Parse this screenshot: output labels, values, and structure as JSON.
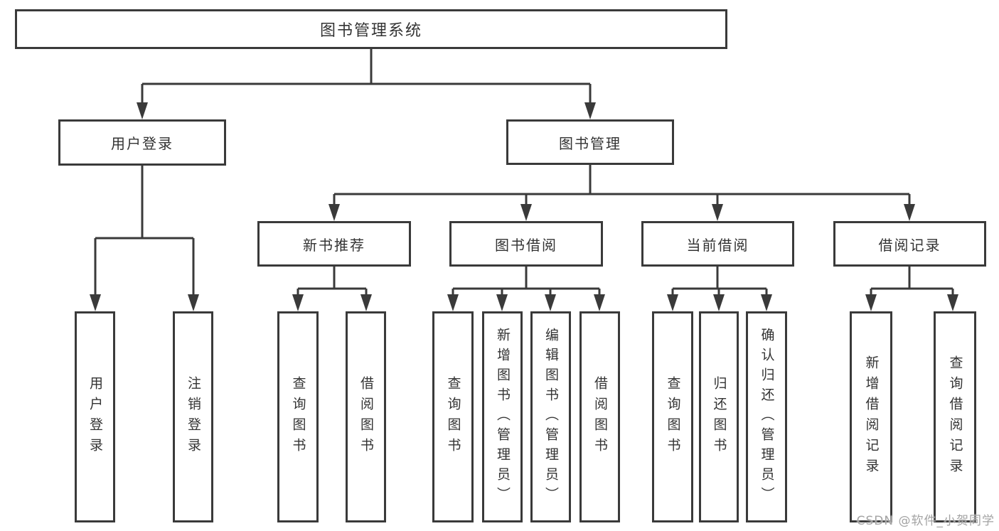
{
  "tree": {
    "root": {
      "label": "图书管理系统"
    },
    "branches": [
      {
        "label": "用户登录",
        "children": [
          {
            "label": "用户登录"
          },
          {
            "label": "注销登录"
          }
        ]
      },
      {
        "label": "图书管理",
        "children": [
          {
            "label": "新书推荐",
            "children": [
              {
                "label": "查询图书"
              },
              {
                "label": "借阅图书"
              }
            ]
          },
          {
            "label": "图书借阅",
            "children": [
              {
                "label": "查询图书"
              },
              {
                "label": "新增图书（管理员）"
              },
              {
                "label": "编辑图书（管理员）"
              },
              {
                "label": "借阅图书"
              }
            ]
          },
          {
            "label": "当前借阅",
            "children": [
              {
                "label": "查询图书"
              },
              {
                "label": "归还图书"
              },
              {
                "label": "确认归还（管理员）"
              }
            ]
          },
          {
            "label": "借阅记录",
            "children": [
              {
                "label": "新增借阅记录"
              },
              {
                "label": "查询借阅记录"
              }
            ]
          }
        ]
      }
    ]
  },
  "watermark": "CSDN @软件_小贺同学",
  "colors": {
    "line": "#3a3a3a",
    "text": "#333333",
    "background": "#ffffff",
    "watermark": "#a3a3a3"
  }
}
